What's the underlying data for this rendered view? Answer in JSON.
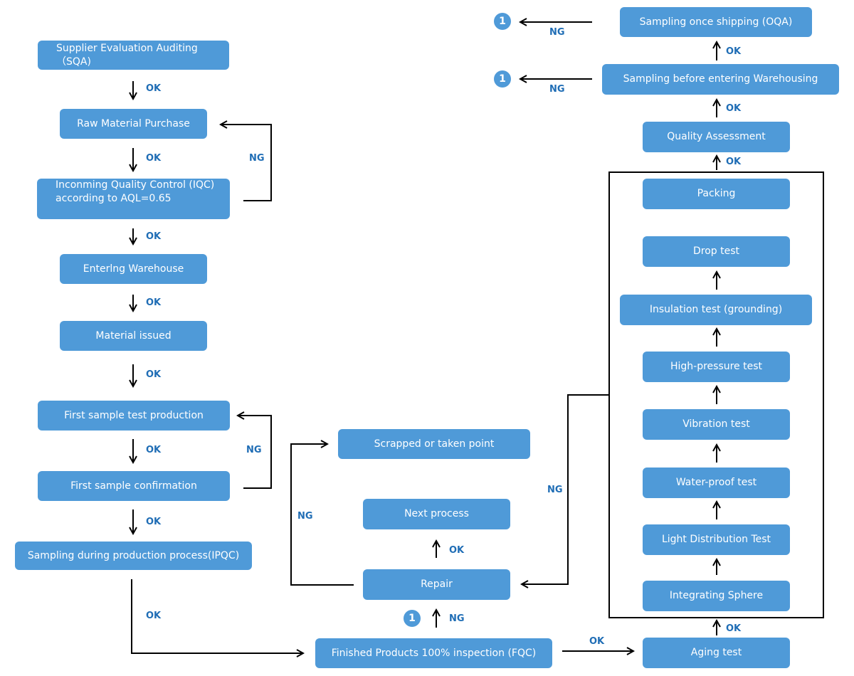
{
  "colors": {
    "box_fill": "#4f9ad8",
    "box_text": "#ffffff",
    "label_text": "#1f6db5",
    "line": "#000000"
  },
  "badge_label": "1",
  "nodes": {
    "sqa": "Supplier Evaluation Auditing（SQA)",
    "raw_purchase": "Raw Material Purchase",
    "iqc_line1": "Inconming Quality Control (IQC)",
    "iqc_line2": "according to AQL=0.65",
    "entering_warehouse": "Enterlng Warehouse",
    "material_issued": "Material issued",
    "first_sample_production": "First sample test production",
    "first_sample_confirmation": "First sample confirmation",
    "ipqc": "Sampling during production process(IPQC)",
    "scrapped": "Scrapped or taken point",
    "next_process": "Next process",
    "repair": "Repair",
    "fqc": "Finished Products 100% inspection (FQC)",
    "aging_test": "Aging test",
    "integrating_sphere": "Integrating Sphere",
    "light_distribution": "Light Distribution Test",
    "waterproof": "Water-proof test",
    "vibration": "Vibration test",
    "high_pressure": "High-pressure test",
    "insulation": "Insulation test (grounding)",
    "drop_test": "Drop test",
    "packing": "Packing",
    "quality_assessment": "Quality Assessment",
    "sampling_warehousing": "Sampling before entering Warehousing",
    "oqa": "Sampling once shipping (OQA)"
  },
  "labels": {
    "ok": "OK",
    "ng": "NG"
  }
}
